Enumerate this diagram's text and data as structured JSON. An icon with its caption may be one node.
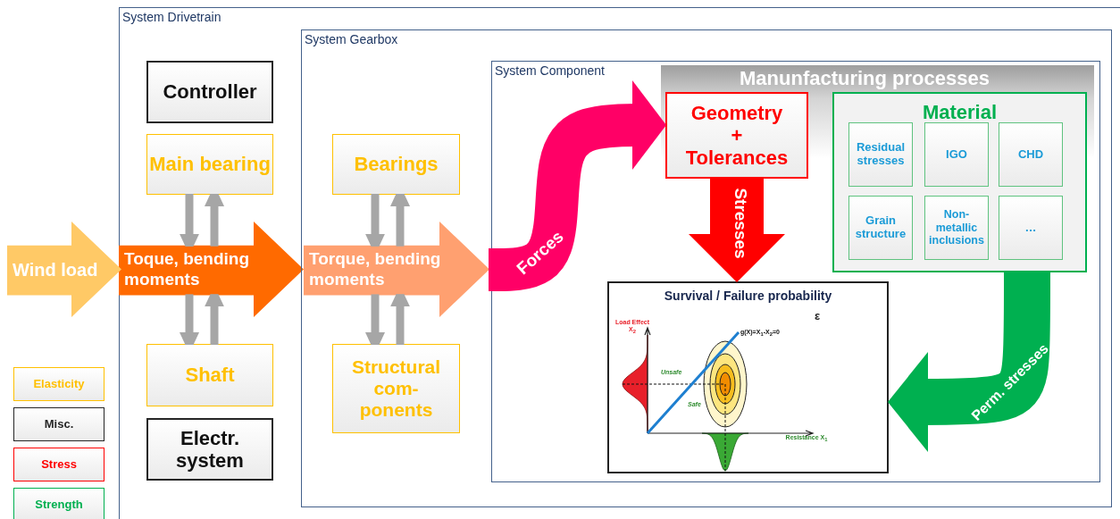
{
  "diagram": {
    "nodes": [
      {
        "text": [
          "System Drivetrain"
        ]
      },
      {
        "text": [
          "Wind load"
        ]
      },
      {
        "text": [
          "Controller"
        ],
        "in": 0
      },
      {
        "text": [
          "Main bearing"
        ],
        "in": 0
      },
      {
        "text": [
          "Toque, bending moments"
        ],
        "in": 0
      },
      {
        "text": [
          "Shaft"
        ],
        "in": 0
      },
      {
        "text": [
          "Electr. system"
        ],
        "in": 0
      },
      {
        "text": [
          "System Gearbox"
        ],
        "in": 0
      },
      {
        "text": [
          "Bearings"
        ],
        "in": 7
      },
      {
        "text": [
          "Torque, bending moments"
        ],
        "in": 7
      },
      {
        "text": [
          "Structural com- ponents"
        ],
        "in": 7
      },
      {
        "text": [
          "System Component"
        ],
        "in": 7
      },
      {
        "text": [
          "Manunfacturing processes"
        ],
        "in": 11
      },
      {
        "text": [
          "Geometry",
          "+",
          "Tolerances"
        ],
        "in": 12
      },
      {
        "text": [
          "Material"
        ],
        "in": 12
      },
      {
        "text": [
          "Residual stresses"
        ],
        "in": 14
      },
      {
        "text": [
          "IGO"
        ],
        "in": 14
      },
      {
        "text": [
          "CHD"
        ],
        "in": 14
      },
      {
        "text": [
          "Grain structure"
        ],
        "in": 14
      },
      {
        "text": [
          "Non- metallic inclusions"
        ],
        "in": 14
      },
      {
        "text": [
          "…"
        ],
        "in": 14
      },
      {
        "text": [
          "Survival / Failure probability"
        ],
        "in": 11
      }
    ],
    "edges": [
      {
        "from": 3,
        "to": 4,
        "arrow": "to"
      },
      {
        "from": 4,
        "to": 3,
        "arrow": "to"
      },
      {
        "from": 4,
        "to": 5,
        "arrow": "to"
      },
      {
        "from": 5,
        "to": 4,
        "arrow": "to"
      },
      {
        "from": 8,
        "to": 9,
        "arrow": "to"
      },
      {
        "from": 9,
        "to": 8,
        "arrow": "to"
      },
      {
        "from": 9,
        "to": 10,
        "arrow": "to"
      },
      {
        "from": 10,
        "to": 9,
        "arrow": "to"
      },
      {
        "from": 9,
        "to": 13,
        "arrow": "to",
        "label": "Forces",
        "style": "thick",
        "color": "#ff0066"
      },
      {
        "from": 13,
        "to": 21,
        "arrow": "to",
        "label": "Stresses",
        "style": "thick",
        "color": "#ff0000"
      },
      {
        "from": 14,
        "to": 21,
        "arrow": "to",
        "label": "Perm. stresses",
        "style": "thick",
        "color": "#00b050"
      }
    ],
    "labels": [
      "ε",
      "Load Effect X$_{2}$",
      "g(X)=X$_{1}$-X$_{2}$=0",
      "Unsafe",
      "Safe",
      "Resistance X$_{1}$"
    ],
    "legend": [
      {
        "text": "Elasticity",
        "color": "#ffc000"
      },
      {
        "text": "Misc.",
        "color": "#262626"
      },
      {
        "text": "Stress",
        "color": "#ff0000"
      },
      {
        "text": "Strength",
        "color": "#00b050"
      }
    ]
  }
}
